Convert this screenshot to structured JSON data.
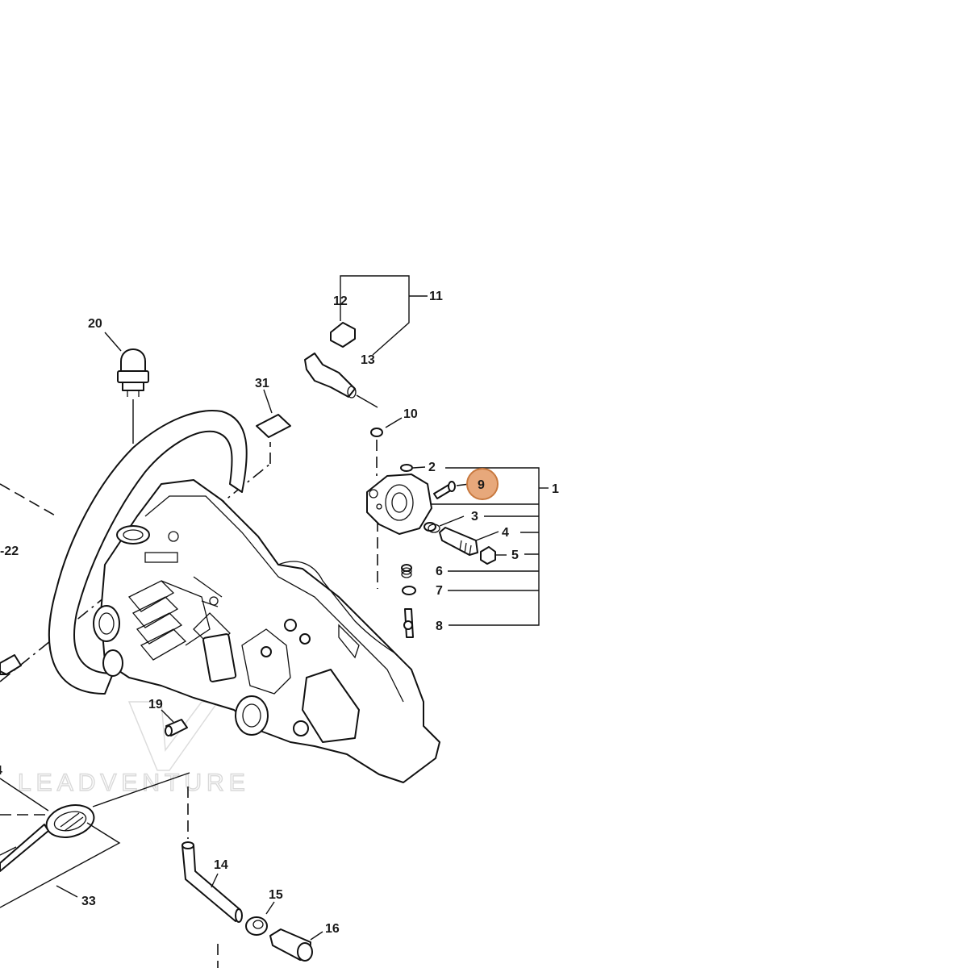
{
  "diagram": {
    "watermark": "LEADVENTURE",
    "highlight_color": "#e7a87b",
    "highlight_stroke": "#c8793f",
    "highlighted_part": "9",
    "callouts": [
      {
        "id": "1",
        "label": "1"
      },
      {
        "id": "2",
        "label": "2"
      },
      {
        "id": "3",
        "label": "3"
      },
      {
        "id": "4",
        "label": "4"
      },
      {
        "id": "5",
        "label": "5"
      },
      {
        "id": "6",
        "label": "6"
      },
      {
        "id": "7",
        "label": "7"
      },
      {
        "id": "8",
        "label": "8"
      },
      {
        "id": "9",
        "label": "9"
      },
      {
        "id": "10",
        "label": "10"
      },
      {
        "id": "11",
        "label": "11"
      },
      {
        "id": "12",
        "label": "12"
      },
      {
        "id": "13",
        "label": "13"
      },
      {
        "id": "14",
        "label": "14"
      },
      {
        "id": "15",
        "label": "15"
      },
      {
        "id": "16",
        "label": "16"
      },
      {
        "id": "19",
        "label": "19"
      },
      {
        "id": "20",
        "label": "20"
      },
      {
        "id": "22",
        "label": "-22"
      },
      {
        "id": "31",
        "label": "31"
      },
      {
        "id": "33",
        "label": "33"
      },
      {
        "id": "34",
        "label": "4"
      }
    ]
  }
}
